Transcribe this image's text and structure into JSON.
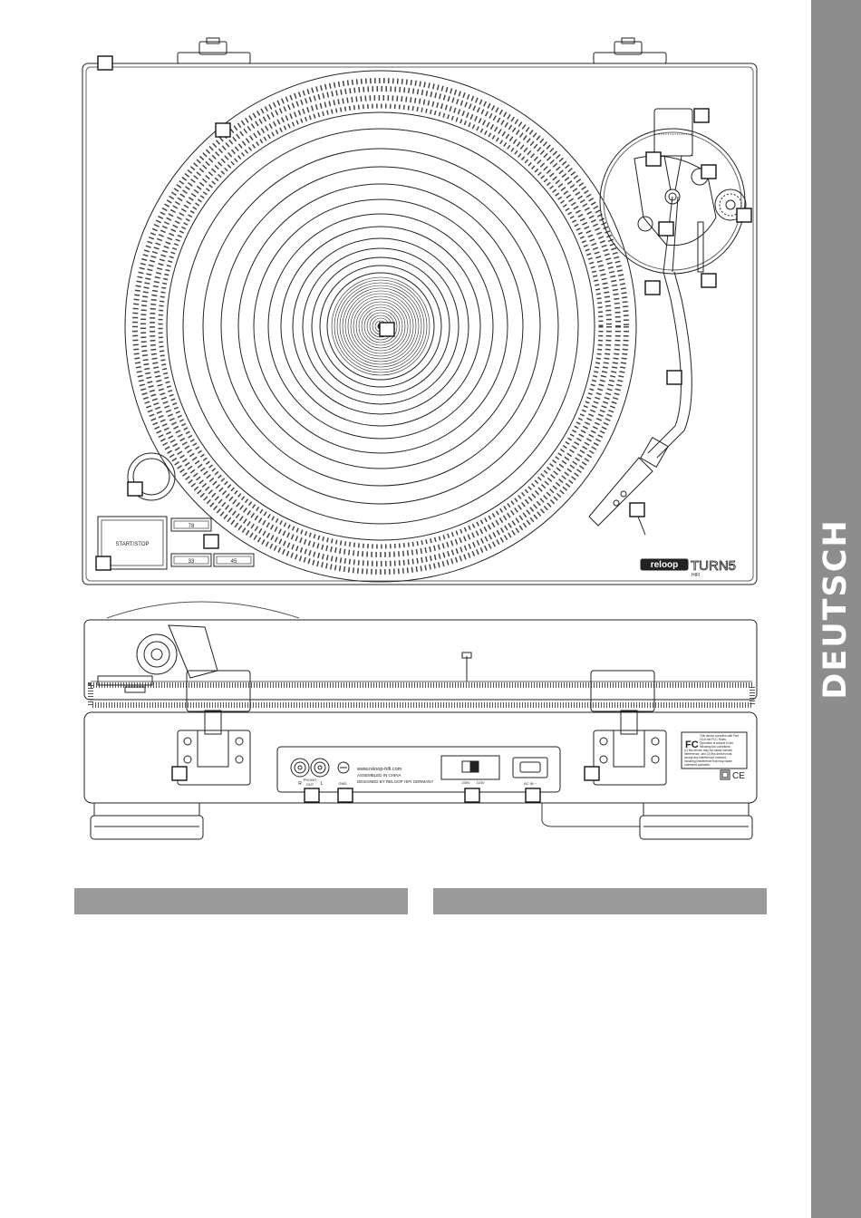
{
  "sidebar": {
    "language": "DEUTSCH"
  },
  "top_view": {
    "start_stop_label": "START/STOP",
    "speed_78": "78",
    "speed_33": "33",
    "speed_45": "45",
    "brand": "reloop",
    "model": "TURN5",
    "model_sub": "HIFI"
  },
  "rear_view": {
    "rca_r": "R",
    "rca_l": "L",
    "phono_label": "PHONO",
    "out_label": "OUT",
    "gnd_label": "GND",
    "website": "www.reloop-hifi.com",
    "assembled": "ASSEMBLED IN CHINA",
    "designed": "DESIGNED BY RELOOP HIFI GERMANY",
    "voltage_230": "230V",
    "voltage_115": "115V",
    "ac_in": "AC IN ~",
    "fcc_text": [
      "This device complies with Part",
      "15 of the FCC Rules.",
      "Operation is subject to the",
      "following two conditions:",
      "(1) this device may not cause harmful",
      "interference, and (2) this device must",
      "accept any interference received,",
      "including interference that may cause",
      "undesired operation."
    ],
    "ce": "CE"
  },
  "tables": [
    {
      "header": ""
    },
    {
      "header": ""
    }
  ]
}
